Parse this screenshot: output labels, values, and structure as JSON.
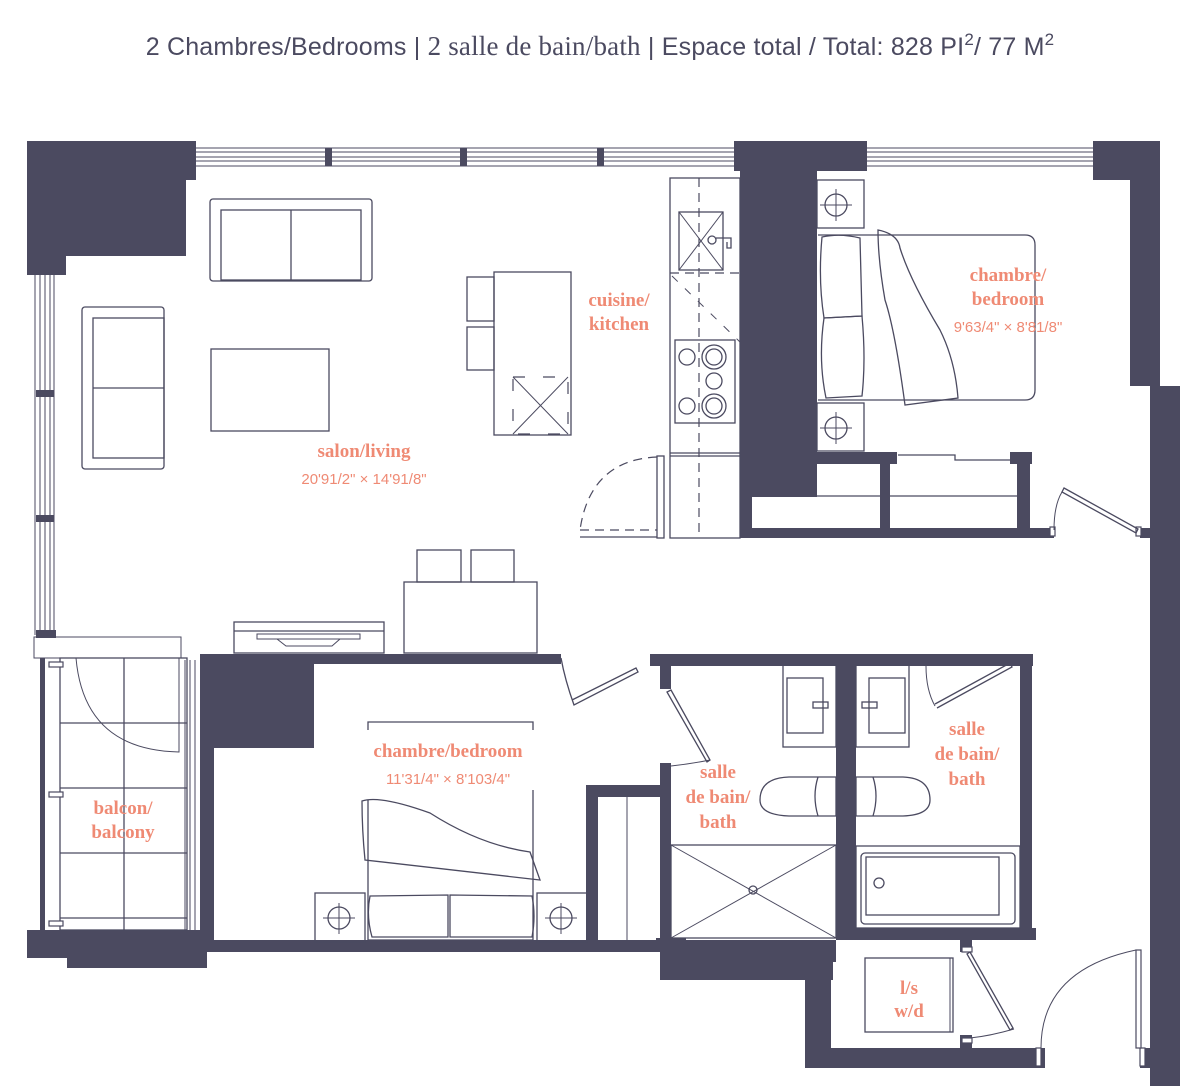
{
  "header": {
    "bedrooms": "2 Chambres/Bedrooms",
    "sep1": " | ",
    "baths": "2 salle de bain/bath",
    "sep2": " | ",
    "total_label": "Espace total / Total: ",
    "area_sqft": "828 PI",
    "sqft_exp": "2",
    "area_sep": "/ 77 M",
    "sqm_exp": "2"
  },
  "rooms": {
    "living": {
      "name": "salon/living",
      "dims": "20'91/2\" × 14'91/8\""
    },
    "kitchen": {
      "line1": "cuisine/",
      "line2": "kitchen"
    },
    "bedroom_main": {
      "line1": "chambre/",
      "line2": "bedroom",
      "dims": "9'63/4\" × 8'81/8\""
    },
    "bedroom_2": {
      "name": "chambre/bedroom",
      "dims": "11'31/4\" × 8'103/4\""
    },
    "balcony": {
      "line1": "balcon/",
      "line2": "balcony"
    },
    "bath_1": {
      "line1": "salle",
      "line2": "de bain/",
      "line3": "bath"
    },
    "bath_2": {
      "line1": "salle",
      "line2": "de bain/",
      "line3": "bath"
    },
    "laundry": {
      "line1": "l/s",
      "line2": "w/d"
    }
  },
  "colors": {
    "wall": "#4b4a60",
    "label": "#ef8a74"
  }
}
